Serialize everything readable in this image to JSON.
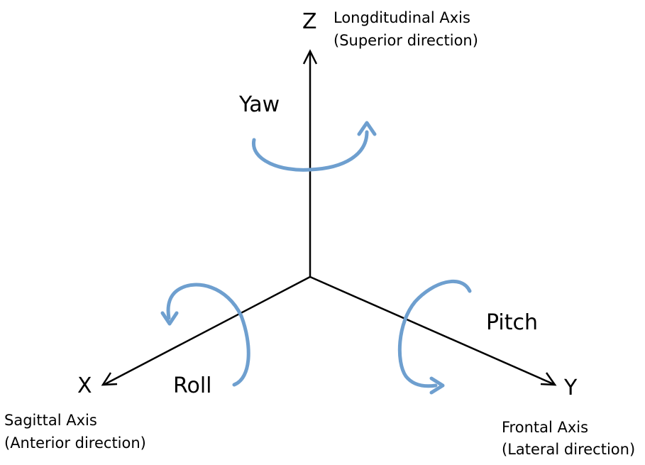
{
  "axes": {
    "z": {
      "letter": "Z",
      "name": "Longditudinal Axis",
      "direction": "(Superior direction)"
    },
    "x": {
      "letter": "X",
      "name": "Sagittal Axis",
      "direction": "(Anterior direction)"
    },
    "y": {
      "letter": "Y",
      "name": "Frontal Axis",
      "direction": "(Lateral direction)"
    }
  },
  "rotations": {
    "yaw": "Yaw",
    "roll": "Roll",
    "pitch": "Pitch"
  },
  "colors": {
    "axis_line": "#000000",
    "rotation_arrow": "#6e9fcf"
  }
}
